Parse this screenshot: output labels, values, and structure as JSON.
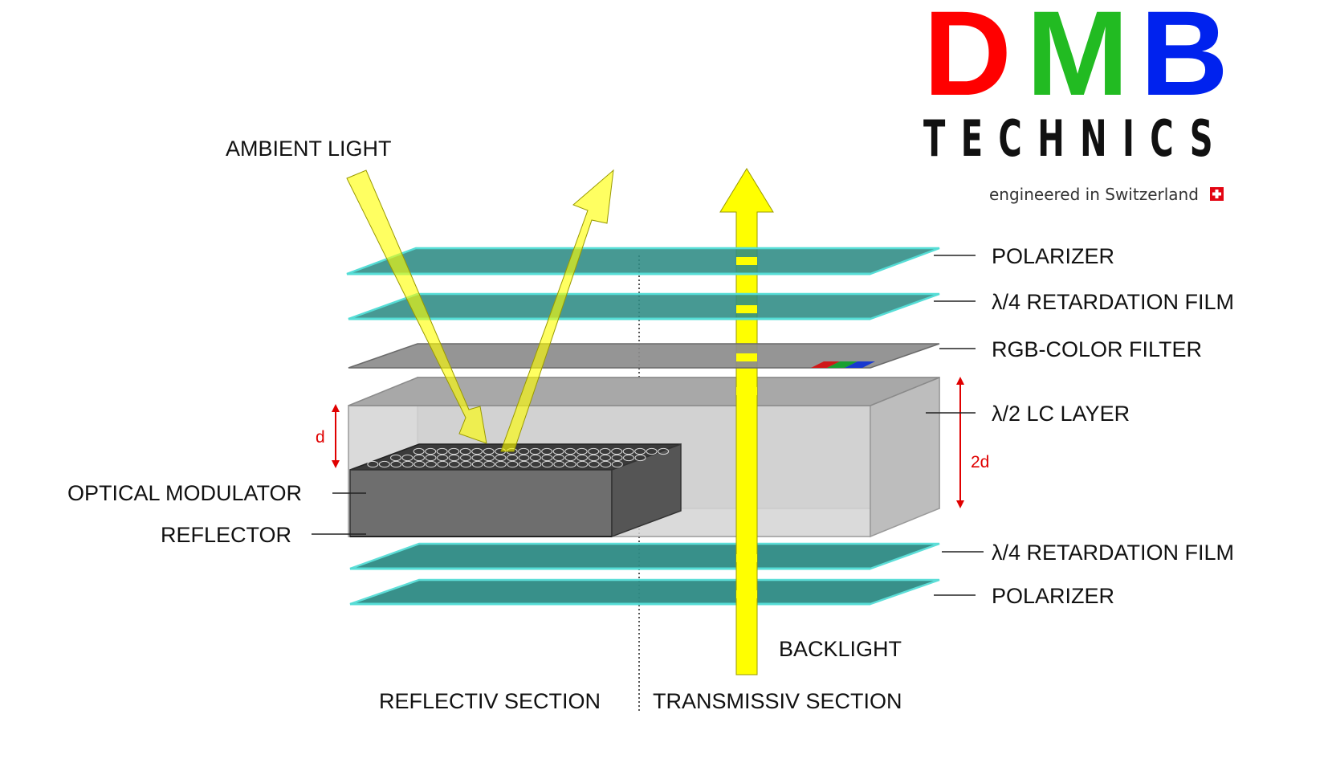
{
  "logo": {
    "letters": [
      "D",
      "M",
      "B"
    ],
    "letter_colors": [
      "#ff0000",
      "#22bb22",
      "#0022ee"
    ],
    "subtitle": "TECHNICS",
    "tagline": "engineered in Switzerland",
    "flag_color": "#e30613"
  },
  "labels": {
    "ambient_light": "AMBIENT LIGHT",
    "backlight": "BACKLIGHT",
    "reflective_section": "REFLECTIV SECTION",
    "transmissive_section": "TRANSMISSIV SECTION",
    "optical_modulator": "OPTICAL MODULATOR",
    "reflector": "REFLECTOR",
    "thickness_reflective": "d",
    "thickness_transmissive": "2d"
  },
  "layers": [
    {
      "name": "POLARIZER",
      "kind": "film"
    },
    {
      "name": "λ/4 RETARDATION FILM",
      "kind": "film"
    },
    {
      "name": "RGB-COLOR FILTER",
      "kind": "filter"
    },
    {
      "name": "λ/2 LC LAYER",
      "kind": "lc"
    },
    {
      "name": "λ/4 RETARDATION FILM",
      "kind": "film"
    },
    {
      "name": "POLARIZER",
      "kind": "film"
    }
  ],
  "colors": {
    "film": "#2e8b84",
    "film_edge": "#55ddd6",
    "filter": "#8c8c8c",
    "light_beam": "#ffff00",
    "dimension_arrow": "#e00000",
    "rgb_strip": [
      "#d01818",
      "#18a030",
      "#1838d0"
    ]
  }
}
